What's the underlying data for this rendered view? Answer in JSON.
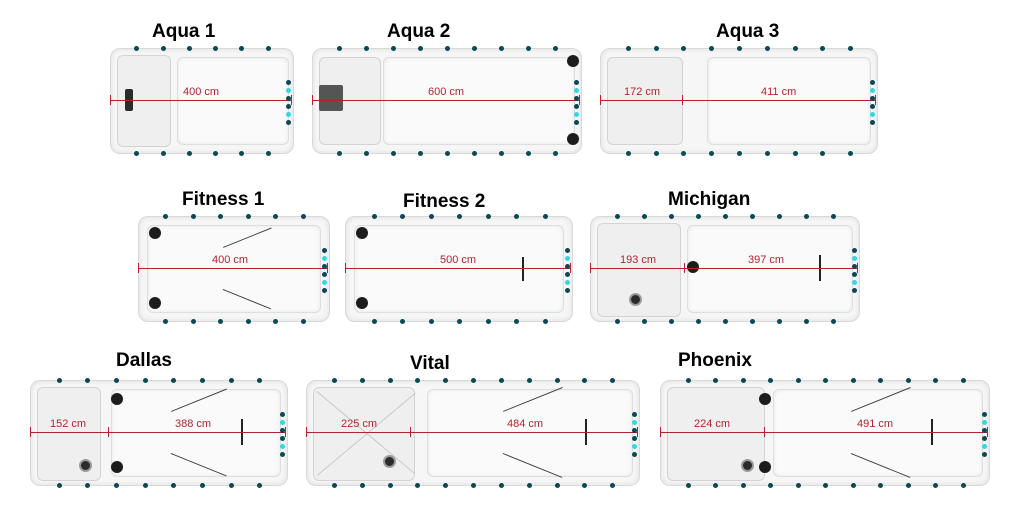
{
  "models": {
    "aqua1": {
      "name": "Aqua 1",
      "dims": [
        "400 cm"
      ]
    },
    "aqua2": {
      "name": "Aqua 2",
      "dims": [
        "600 cm"
      ]
    },
    "aqua3": {
      "name": "Aqua 3",
      "dims": [
        "172 cm",
        "411 cm"
      ]
    },
    "fitness1": {
      "name": "Fitness 1",
      "dims": [
        "400 cm"
      ]
    },
    "fitness2": {
      "name": "Fitness 2",
      "dims": [
        "500 cm"
      ]
    },
    "michigan": {
      "name": "Michigan",
      "dims": [
        "193 cm",
        "397 cm"
      ]
    },
    "dallas": {
      "name": "Dallas",
      "dims": [
        "152 cm",
        "388 cm"
      ]
    },
    "vital": {
      "name": "Vital",
      "dims": [
        "225 cm",
        "484 cm"
      ]
    },
    "phoenix": {
      "name": "Phoenix",
      "dims": [
        "224 cm",
        "491 cm"
      ]
    }
  },
  "colors": {
    "dimension_line": "#b5232d",
    "jet": "#0d4753",
    "jet_light": "#34d7e0",
    "shell": "#f6f6f6"
  }
}
